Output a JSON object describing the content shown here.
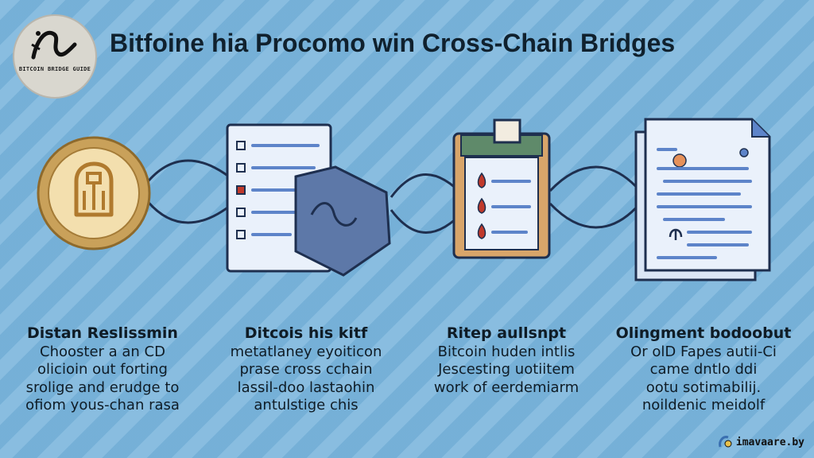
{
  "header": {
    "title": "Bitfoine hia Procomo win Cross-Chain Bridges",
    "logo_text": "BITCOIN BRIDGE GUIDE"
  },
  "steps": [
    {
      "title": "Distan Reslissmin",
      "lines": [
        "Chooster a an CD",
        "olicioin out forting",
        "srolige and erudge to",
        "ofiom yous-chan rasa"
      ],
      "icon": "bitcoin-coin-icon"
    },
    {
      "title": "Ditcois his kitf",
      "lines": [
        "metatlaney eyoiticon",
        "prase cross cchain",
        "lassil-doo lastaohin",
        "antulstige chis"
      ],
      "icon": "checklist-document-icon"
    },
    {
      "title": "Ritep aullsnpt",
      "lines": [
        "Bitcoin huden intlis",
        "Jescesting uotiitem",
        "work of eerdemiarm"
      ],
      "icon": "clipboard-icon"
    },
    {
      "title": "Olingment bodoobut",
      "lines": [
        "Or olD Fapes autii-Ci",
        "came dntlo ddi",
        "ootu sotimabilij.",
        "noildenic meidolf"
      ],
      "icon": "report-document-icon"
    }
  ],
  "watermark": {
    "text": "imavaare.by"
  },
  "colors": {
    "background": "#7cb6dc",
    "outline": "#1e2f4f",
    "coin_gold": "#c9a15a",
    "coin_face": "#f3dfae",
    "paper": "#eaf1fb",
    "line_blue": "#5d84c9",
    "accent_red": "#c0392b",
    "shape_slate": "#5d78a8"
  }
}
